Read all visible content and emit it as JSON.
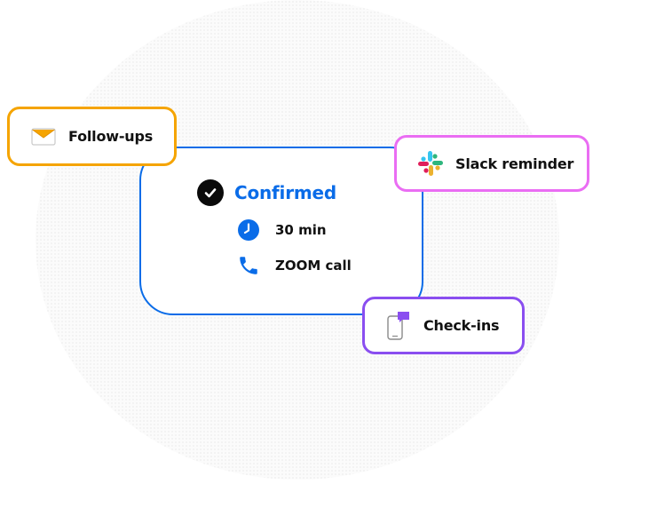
{
  "booking": {
    "status": "Confirmed",
    "duration": "30 min",
    "location": "ZOOM call"
  },
  "tags": {
    "followups": "Follow-ups",
    "slack": "Slack reminder",
    "checkins": "Check-ins"
  },
  "icons": {
    "status": "check-circle-icon",
    "duration": "clock-icon",
    "location": "phone-icon",
    "followups": "envelope-icon",
    "slack": "slack-logo-icon",
    "checkins": "mobile-message-icon"
  },
  "colors": {
    "primary_blue": "#0a6ce8",
    "followups_border": "#f5a400",
    "slack_border": "#ea6df3",
    "checkins_border": "#8a4ef0"
  }
}
